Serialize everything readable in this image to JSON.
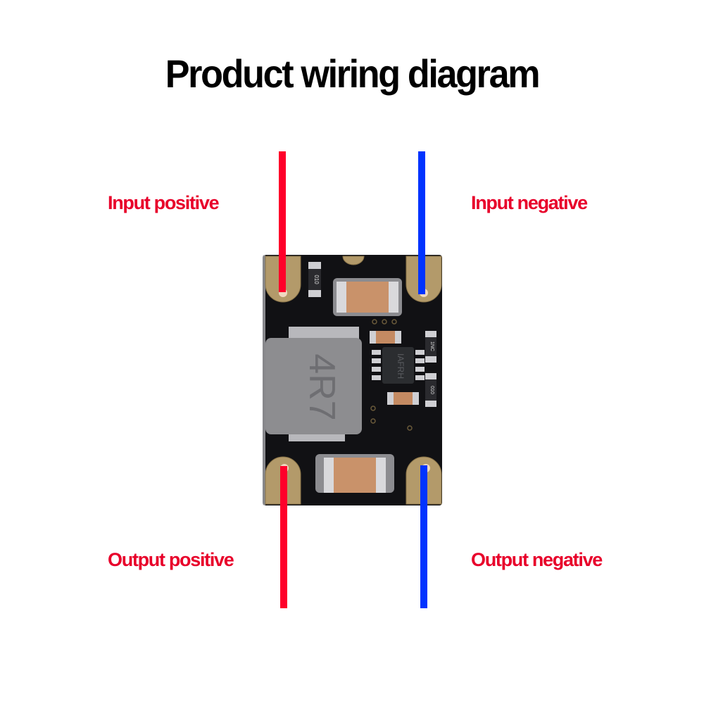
{
  "title": "Product wiring diagram",
  "labels": {
    "input_positive": "Input positive",
    "input_negative": "Input negative",
    "output_positive": "Output positive",
    "output_negative": "Output negative"
  },
  "colors": {
    "label_text": "#e8002a",
    "positive_wire": "#ff002a",
    "negative_wire": "#0033ff",
    "pcb": "#111114",
    "pad_gold": "#b39a6a"
  },
  "components": {
    "inductor_marking": "4R7",
    "ic_marking": "IAFRH",
    "resistor_top_marking": "010",
    "resistor_right_top_marking": "1NC",
    "resistor_right_bottom_marking": "010"
  }
}
